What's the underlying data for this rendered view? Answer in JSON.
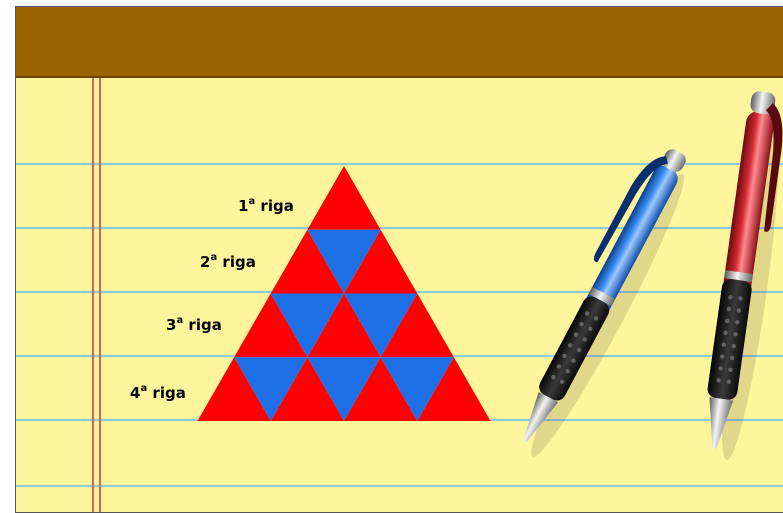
{
  "pyramid": {
    "rows": 4,
    "colors": {
      "upward": "#ff0000",
      "downward": "#1e6fe6"
    },
    "labels": [
      {
        "num": "1",
        "sup": "a",
        "word": "riga"
      },
      {
        "num": "2",
        "sup": "a",
        "word": "riga"
      },
      {
        "num": "3",
        "sup": "a",
        "word": "riga"
      },
      {
        "num": "4",
        "sup": "a",
        "word": "riga"
      }
    ]
  },
  "notepad": {
    "paper_color": "#fff59d",
    "header_color": "#9b6400",
    "rule_color": "#93c9df",
    "margin_color": "#d4685c"
  },
  "pens": [
    {
      "name": "blue pen",
      "body_color": "#1f6fd0"
    },
    {
      "name": "red pen",
      "body_color": "#c8202a"
    }
  ]
}
